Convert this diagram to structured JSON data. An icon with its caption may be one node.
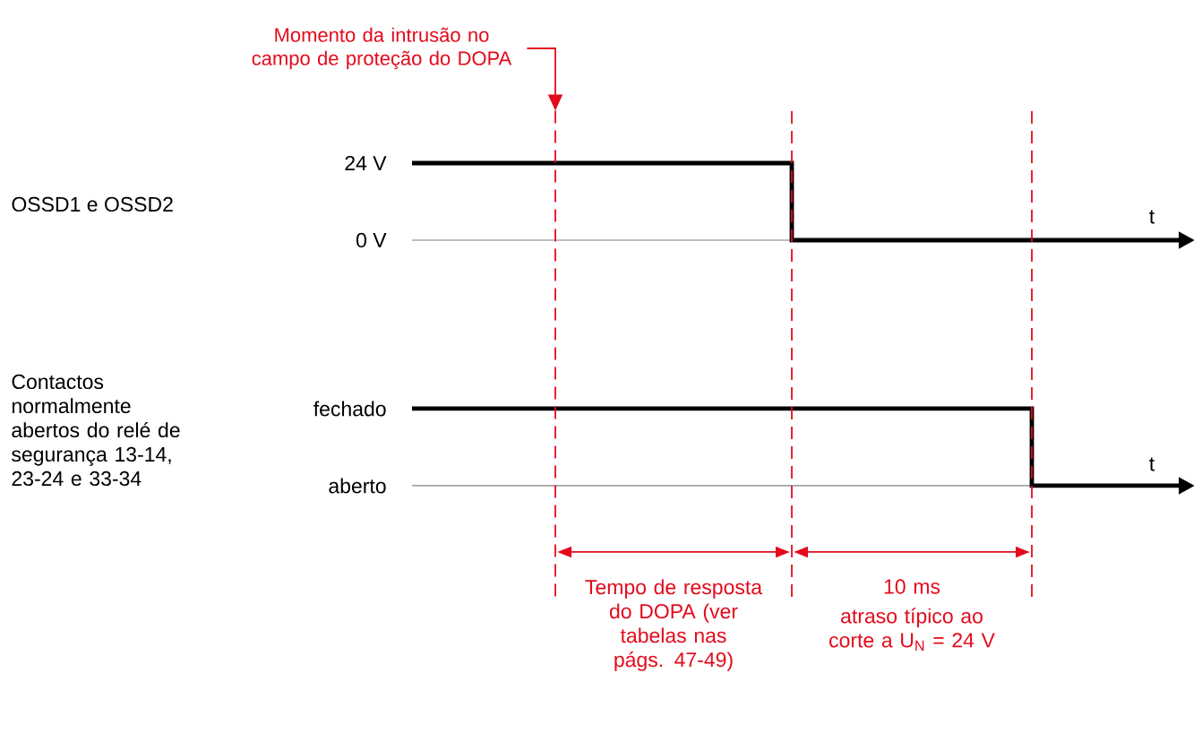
{
  "diagram": {
    "nodes": [
      {
        "text": [
          "Momento da intrusão no campo de proteção do DOPA"
        ]
      },
      {
        "text": [],
        "shape": "line"
      }
    ],
    "edges": [
      {
        "from": 0,
        "to": 1,
        "arrow": "to"
      }
    ],
    "labels": [
      "24 V",
      "OSSD1 e OSSD2",
      "0 V",
      "t",
      "Contactos normalmente abertos do relé de segurança 13-14, 23-24 e 33-34",
      "fechado",
      "t",
      "aberto",
      "Tempo de resposta do DOPA (ver tabelas nas págs. 47-49)",
      "10 ms",
      "atraso típico ao corte a U$_{N}$ = 24 V"
    ]
  }
}
